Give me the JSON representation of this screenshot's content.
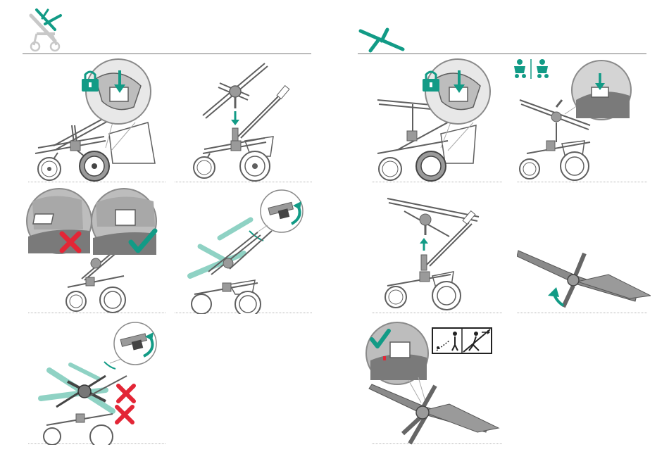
{
  "colors": {
    "teal": "#129b86",
    "red": "#e32636",
    "line": "#5f5f5f",
    "grey": "#8a8a8a",
    "light_grey": "#c8c8c8",
    "dotted": "#b4b4b4",
    "frame_fill": "#9a9a9a"
  },
  "left_section": {
    "header_icon": "stroller-recline-icon",
    "steps": [
      {
        "id": 1,
        "icons": [
          "lock-icon",
          "zoom-detail",
          "stroller-full"
        ]
      },
      {
        "id": 2,
        "icons": [
          "down-arrow-icon",
          "seat-frame-attach"
        ]
      },
      {
        "id": 3,
        "icons": [
          "wrong-x-icon",
          "correct-check-icon"
        ]
      },
      {
        "id": 4,
        "icons": [
          "rotate-arrow-icon",
          "recline-adjust"
        ]
      },
      {
        "id": 5,
        "icons": [
          "rotate-arrow-icon",
          "wrong-x-icon",
          "wrong-x-icon"
        ]
      }
    ]
  },
  "right_section": {
    "header_icon": "flat-frame-icon",
    "steps": [
      {
        "id": 1,
        "icons": [
          "lock-icon",
          "zoom-detail",
          "stroller-full"
        ]
      },
      {
        "id": 2,
        "icons": [
          "facing-direction-icons",
          "zoom-button"
        ]
      },
      {
        "id": 3,
        "icons": [
          "up-arrow-icon",
          "seat-frame-remove"
        ]
      },
      {
        "id": 4,
        "icons": [
          "rotate-arrow-icon",
          "flat-frame"
        ]
      },
      {
        "id": 5,
        "icons": [
          "correct-check-icon",
          "warning-sign-icon",
          "flat-frame"
        ]
      }
    ]
  }
}
